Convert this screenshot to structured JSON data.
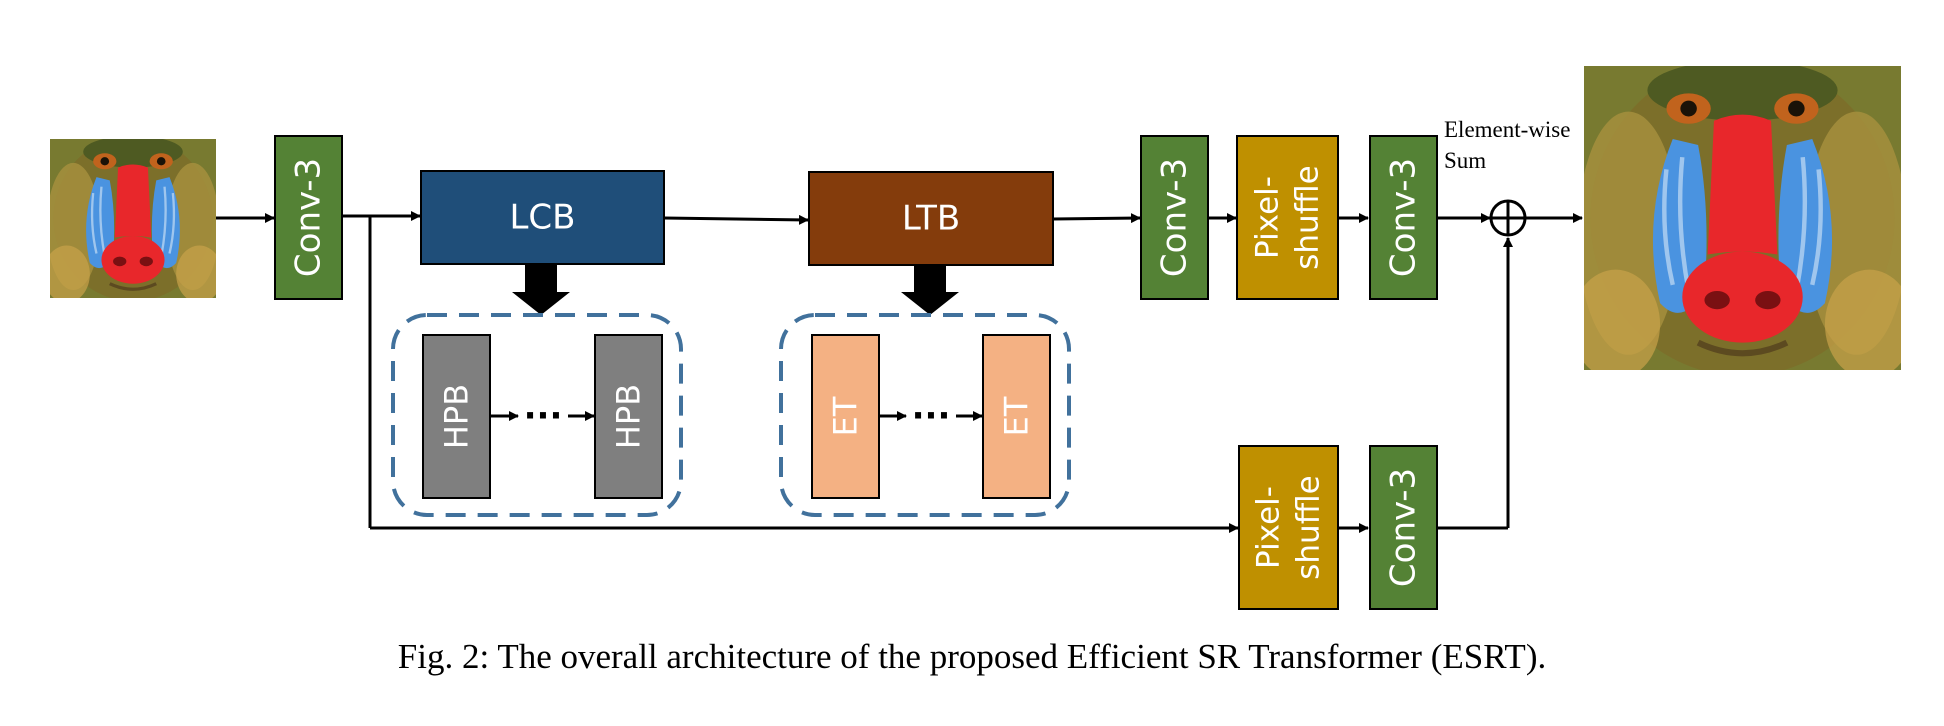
{
  "blocks": {
    "conv_in": "Conv-3",
    "lcb": "LCB",
    "ltb": "LTB",
    "hpb_first": "HPB",
    "hpb_last": "HPB",
    "et_first": "ET",
    "et_last": "ET",
    "conv_up1": "Conv-3",
    "pixel_shuffle_up_line1": "Pixel-",
    "pixel_shuffle_up_line2": "shuffle",
    "conv_up2": "Conv-3",
    "pixel_shuffle_low_line1": "Pixel-",
    "pixel_shuffle_low_line2": "shuffle",
    "conv_low": "Conv-3"
  },
  "ellipsis": "···",
  "sum_label_line1": "Element-wise",
  "sum_label_line2": "Sum",
  "caption": "Fig. 2: The overall architecture of the proposed Efficient SR Transformer (ESRT).",
  "colors": {
    "conv": "#548235",
    "lcb": "#1f4e79",
    "ltb": "#843c0c",
    "pixel_shuffle": "#bf9000",
    "hpb": "#7f7f7f",
    "et": "#f4b183",
    "dashed_group": "#41719c"
  },
  "images": {
    "input": "mandrill-low-res-image",
    "output": "mandrill-high-res-image"
  }
}
